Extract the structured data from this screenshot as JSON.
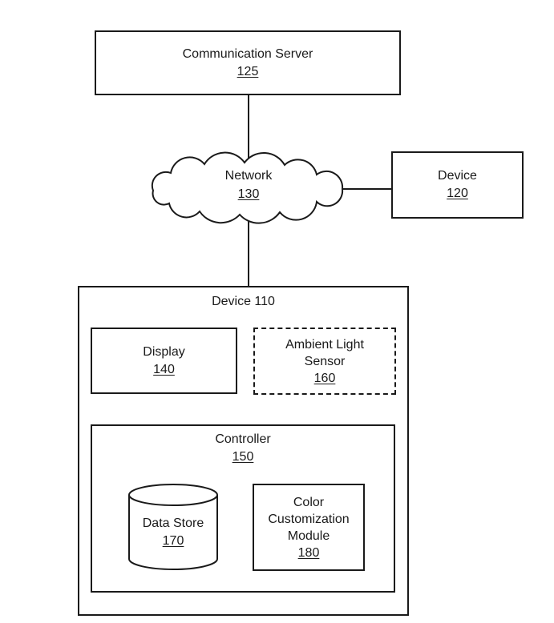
{
  "figure": {
    "background": "#ffffff",
    "line_color": "#1a1a1a"
  },
  "comm_server": {
    "label": "Communication Server",
    "ref": "125"
  },
  "network": {
    "label": "Network",
    "ref": "130"
  },
  "device_120": {
    "label": "Device",
    "ref": "120"
  },
  "device_110": {
    "title": "Device 110"
  },
  "display": {
    "label": "Display",
    "ref": "140"
  },
  "ambient_sensor": {
    "line1": "Ambient Light",
    "line2": "Sensor",
    "ref": "160"
  },
  "controller": {
    "label": "Controller",
    "ref": "150"
  },
  "data_store": {
    "label": "Data Store",
    "ref": "170"
  },
  "color_module": {
    "line1": "Color",
    "line2": "Customization",
    "line3": "Module",
    "ref": "180"
  }
}
